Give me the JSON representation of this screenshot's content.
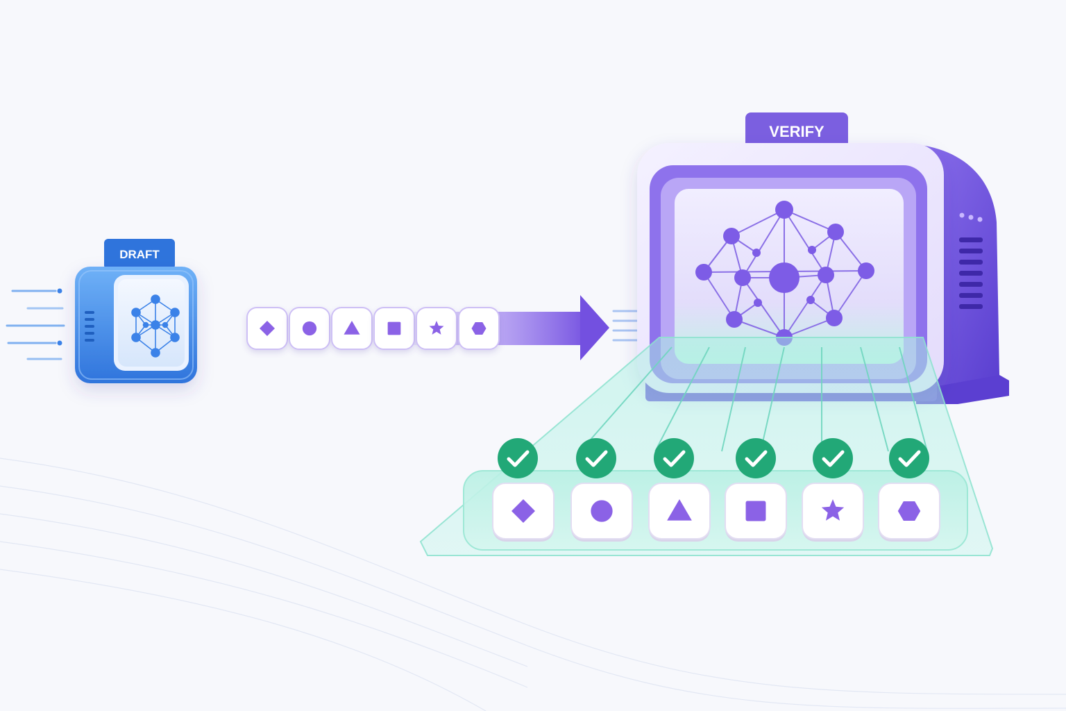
{
  "draft": {
    "label": "DRAFT",
    "color": "#3b82e8",
    "icon": "neural-network-icon"
  },
  "verify": {
    "label": "VERIFY",
    "color": "#7b5fe0",
    "icon": "neural-network-icon"
  },
  "draft_tokens": [
    {
      "shape": "diamond",
      "icon": "diamond-icon"
    },
    {
      "shape": "circle",
      "icon": "circle-icon"
    },
    {
      "shape": "triangle",
      "icon": "triangle-icon"
    },
    {
      "shape": "square",
      "icon": "square-icon"
    },
    {
      "shape": "star",
      "icon": "star-icon"
    },
    {
      "shape": "hexagon",
      "icon": "hexagon-icon"
    }
  ],
  "verified_tokens": [
    {
      "shape": "diamond",
      "icon": "diamond-icon",
      "accepted": true
    },
    {
      "shape": "circle",
      "icon": "circle-icon",
      "accepted": true
    },
    {
      "shape": "triangle",
      "icon": "triangle-icon",
      "accepted": true
    },
    {
      "shape": "square",
      "icon": "square-icon",
      "accepted": true
    },
    {
      "shape": "star",
      "icon": "star-icon",
      "accepted": true
    },
    {
      "shape": "hexagon",
      "icon": "hexagon-icon",
      "accepted": true
    }
  ],
  "colors": {
    "token_shape": "#8b62e6",
    "accept": "#22a877",
    "beam": "#7fe0cc",
    "arrow": "#7c5ce6"
  }
}
